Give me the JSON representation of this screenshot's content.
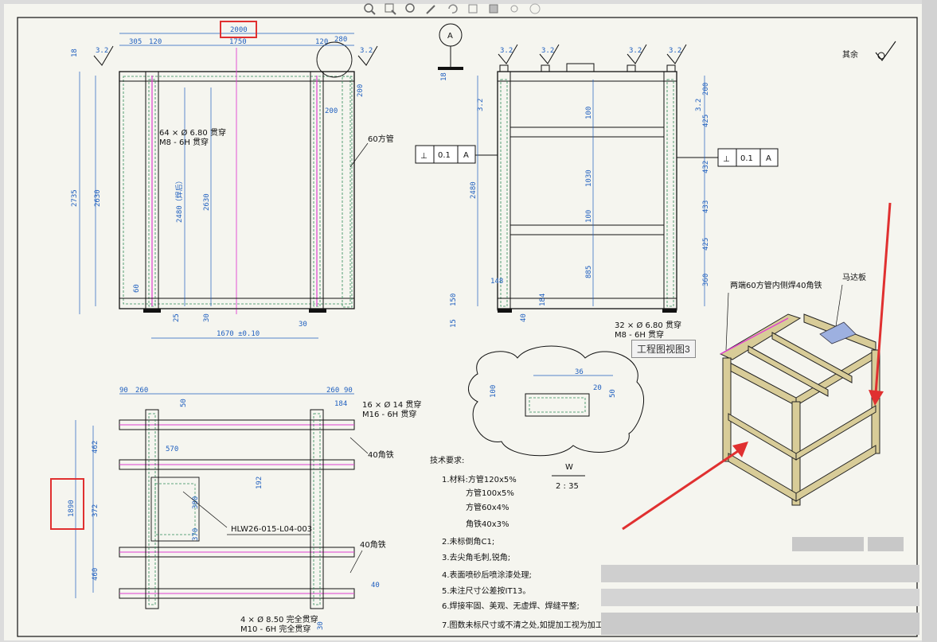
{
  "title_block": {
    "remaining_roughness": "其余"
  },
  "tooltip": "工程图视图3",
  "views": {
    "front": {
      "overall_width": "2000",
      "inner_width": "1750",
      "offset_left": "305",
      "offset_a": "120",
      "offset_b": "120",
      "offset_right": "280",
      "top_small": "18",
      "left_height": "2735",
      "inner_height": "2630",
      "inner_height2": "2630",
      "mid_height": "2480（焊后）",
      "hole_note1": "64 × Ø 6.80 贯穿",
      "hole_note2": "M8 - 6H 贯穿",
      "tube_label": "60方管",
      "right_dim1": "200",
      "right_dim2": "200",
      "bottom_dim": "1670 ±0.10",
      "bottom_dim2": "25",
      "bottom_dim3": "30",
      "bottom_dim4": "30",
      "bottom_dim5": "60",
      "roughness": "3.2"
    },
    "side": {
      "datum": "A",
      "tol_sym": "⊥",
      "tol_val": "0.1",
      "tol_ref": "A",
      "height_total": "2480",
      "dim_100a": "100",
      "dim_1030": "1030",
      "dim_100b": "100",
      "dim_885": "885",
      "dim_425a": "425",
      "dim_432a": "432",
      "dim_433": "433",
      "dim_425b": "425",
      "dim_360": "360",
      "dim_200": "200",
      "left_dims": [
        "15",
        "150",
        "18"
      ],
      "bottom_dims": [
        "148",
        "40",
        "184"
      ],
      "hole_note1": "32 × Ø 6.80 贯穿",
      "hole_note2": "M8 - 6H 贯穿",
      "roughness": "3.2"
    },
    "detail": {
      "dims": [
        "36",
        "20",
        "50",
        "100"
      ]
    },
    "scale": {
      "label": "W",
      "value": "2 : 35"
    },
    "top": {
      "dims_top": [
        "90",
        "260",
        "260",
        "90"
      ],
      "dim_50": "50",
      "dim_184": "184",
      "dim_570": "570",
      "dim_462": "462",
      "dim_1890": "1890",
      "dim_372": "372",
      "dim_460": "460",
      "dim_380": "380",
      "dim_370": "370",
      "dim_192": "192",
      "hole_note1": "16 × Ø 14 贯穿",
      "hole_note2": "M16 - 6H 贯穿",
      "angle_label1": "40角铁",
      "angle_label2": "40角铁",
      "part_no": "HLW26-015-L04-003",
      "bottom_note1": "4 × Ø 8.50 完全贯穿",
      "bottom_note2": "M10 - 6H 完全贯穿",
      "dim_40": "40",
      "dim_30": "30"
    },
    "iso": {
      "label1": "两端60方管内侧焊40角铁",
      "label2": "马达板"
    }
  },
  "tech_req": {
    "heading": "技术要求:",
    "items": [
      "1.材料:方管120x5%",
      "方管100x5%",
      "方管60x4%",
      "角铁40x3%",
      "2.未标倒角C1;",
      "3.去尖角毛刺,锐角;",
      "4.表面喷砂后喷涂漆处理;",
      "5.未注尺寸公差按IT13。",
      "6.焊接牢固、美观、无虚焊、焊缝平整;",
      "7.图数未标尺寸或不清之处,如提加工视为加工"
    ]
  },
  "colors": {
    "frame_line": "#111111",
    "dimension": "#1f5fbf",
    "weld_green": "#2e8b57",
    "centerline_pink": "#e040d0",
    "highlight_red": "#e03030",
    "paper": "#f5f5ef",
    "iso_tube": "#d8cc98"
  }
}
